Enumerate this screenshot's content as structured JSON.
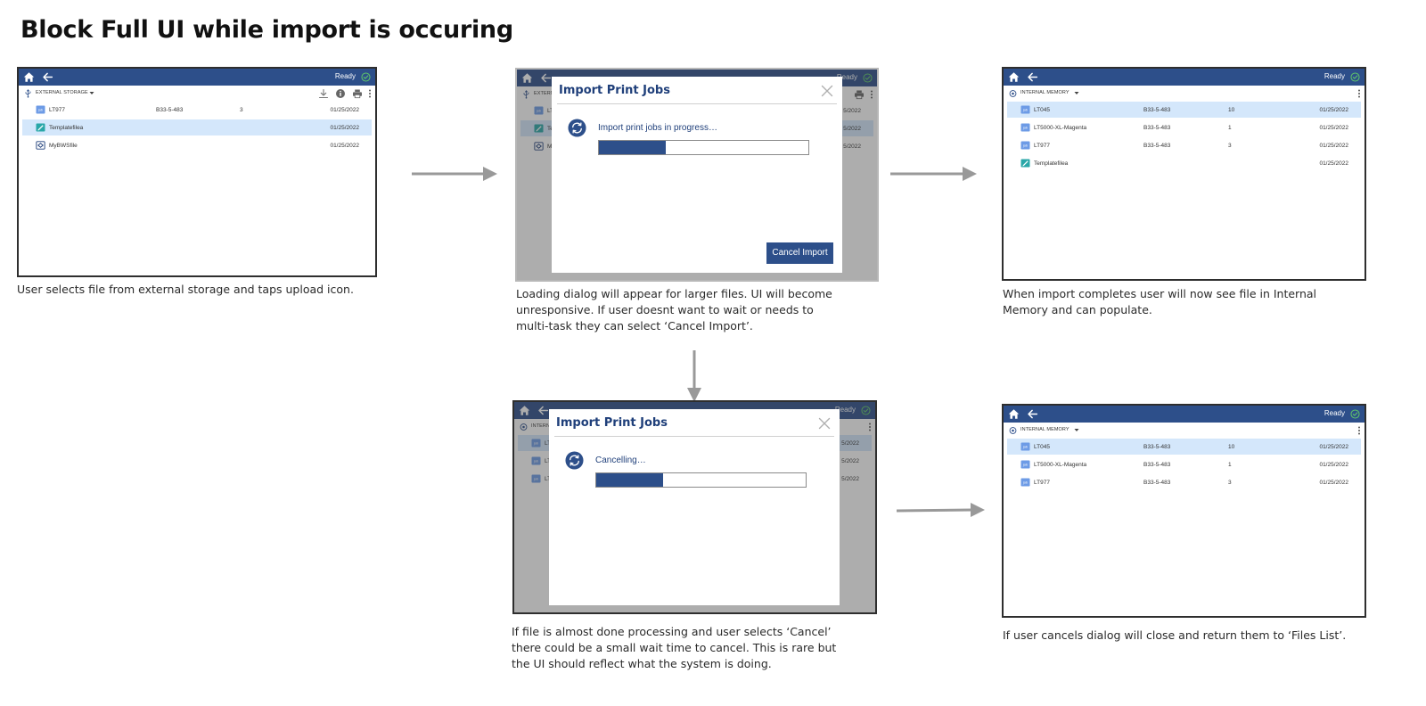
{
  "page_title": "Block Full UI while import is occuring",
  "common": {
    "ready_label": "Ready"
  },
  "screen1": {
    "storage_label": "EXTERNAL STORAGE",
    "rows": [
      {
        "name": "LT977",
        "part": "B33-5-483",
        "qty": "3",
        "date": "01/25/2022"
      },
      {
        "name": "Templatefilea",
        "part": "",
        "qty": "",
        "date": "01/25/2022"
      },
      {
        "name": "MyBWSfile",
        "part": "",
        "qty": "",
        "date": "01/25/2022"
      }
    ],
    "caption": "User selects file from external storage and taps upload icon."
  },
  "screen2": {
    "bg_storage_label": "EXTERN",
    "bg_rows": [
      {
        "name": "LT",
        "date": "5/2022"
      },
      {
        "name": "Te",
        "date": "5/2022"
      },
      {
        "name": "M",
        "date": "5/2022"
      }
    ],
    "dialog_title": "Import Print Jobs",
    "status": "Import print jobs in progress…",
    "progress": 0.32,
    "cancel_label": "Cancel Import",
    "caption": "Loading dialog will appear for larger files. UI will become unresponsive. If user doesnt want to wait or needs to multi-task they can select ‘Cancel Import’."
  },
  "screen3": {
    "storage_label": "INTERNAL MEMORY",
    "rows": [
      {
        "name": "LT045",
        "part": "B33-5-483",
        "qty": "10",
        "date": "01/25/2022"
      },
      {
        "name": "LT5000-XL-Magenta",
        "part": "B33-5-483",
        "qty": "1",
        "date": "01/25/2022"
      },
      {
        "name": "LT977",
        "part": "B33-5-483",
        "qty": "3",
        "date": "01/25/2022"
      },
      {
        "name": "Templatefilea",
        "part": "",
        "qty": "",
        "date": "01/25/2022"
      }
    ],
    "caption": "When import completes user will now see file in Internal Memory and can populate."
  },
  "screen4": {
    "bg_storage_label": "INTERNA",
    "bg_rows": [
      {
        "name": "LT",
        "date": "5/2022"
      },
      {
        "name": "LT",
        "date": "5/2022"
      },
      {
        "name": "LT",
        "date": "5/2022"
      }
    ],
    "dialog_title": "Import Print Jobs",
    "status": "Cancelling…",
    "progress": 0.32,
    "caption": "If file is almost done processing and user selects ‘Cancel’ there could be a small wait time to cancel. This is rare but the UI should reflect what the system is doing."
  },
  "screen5": {
    "storage_label": "INTERNAL MEMORY",
    "rows": [
      {
        "name": "LT045",
        "part": "B33-5-483",
        "qty": "10",
        "date": "01/25/2022"
      },
      {
        "name": "LT5000-XL-Magenta",
        "part": "B33-5-483",
        "qty": "1",
        "date": "01/25/2022"
      },
      {
        "name": "LT977",
        "part": "B33-5-483",
        "qty": "3",
        "date": "01/25/2022"
      }
    ],
    "caption": "If user cancels dialog will close and return them to ‘Files List’."
  },
  "icons": {
    "home": "home-icon",
    "back": "back-arrow-icon",
    "ready": "check-circle-icon",
    "usb": "usb-icon",
    "memory": "memory-icon",
    "upload": "upload-icon",
    "info": "info-icon",
    "print": "print-icon",
    "more": "more-vertical-icon",
    "close": "close-icon",
    "sync": "sync-icon"
  },
  "colors": {
    "topbar": "#2d4f8a",
    "selected_row": "#d4e7fb",
    "progress_fill": "#2d4f8a",
    "dialog_title": "#1f3f7a",
    "arrow": "#999999"
  }
}
